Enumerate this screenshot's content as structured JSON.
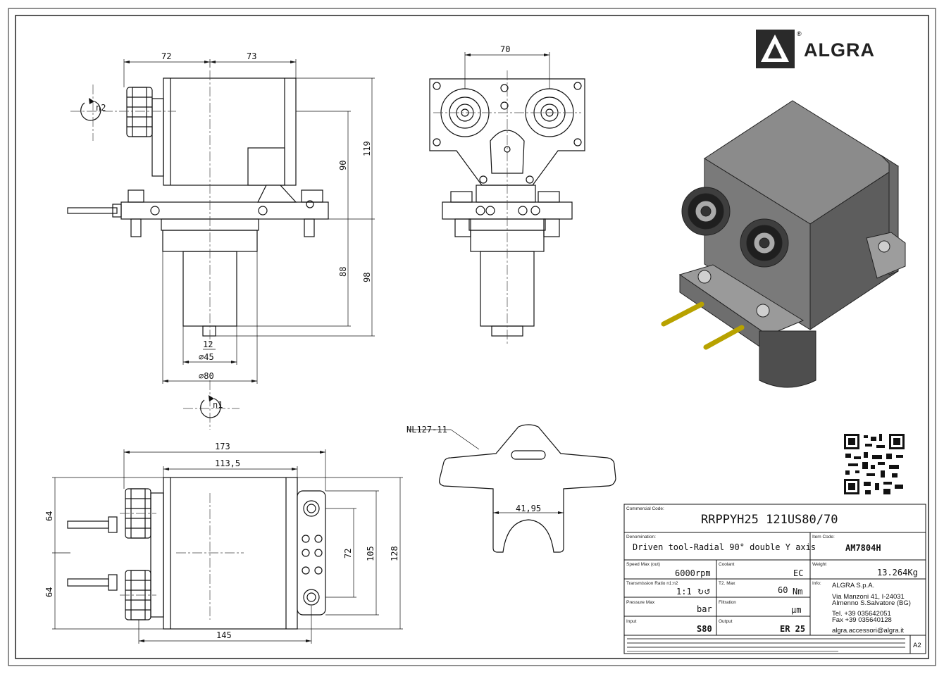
{
  "brand": {
    "name": "ALGRA",
    "registered": "®"
  },
  "side_view": {
    "dims": {
      "top_left": "72",
      "top_right": "73",
      "h_upper_inner": "90",
      "h_upper_outer": "119",
      "h_lower_inner": "88",
      "h_lower_outer": "98",
      "shaft_small": "12",
      "dia_45": "∅45",
      "dia_80": "∅80"
    },
    "rotation_top": "n2",
    "rotation_bottom": "n1"
  },
  "front_view": {
    "dims": {
      "top": "70"
    }
  },
  "bottom_view": {
    "dims": {
      "overall": "173",
      "body": "113,5",
      "base": "145",
      "h_top": "64",
      "h_bottom": "64",
      "h_72": "72",
      "h_105": "105",
      "h_128": "128"
    }
  },
  "key_view": {
    "callout": "NL127-11",
    "width": "41,95"
  },
  "title_block": {
    "commercial_code_label": "Commercial Code:",
    "commercial_code": "RRPPYH25 121US80/70",
    "denomination_label": "Denomination:",
    "denomination": "Driven tool-Radial 90° double Y axis",
    "item_code_label": "Item Code:",
    "item_code": "AM7804H",
    "speed_label": "Speed Max (out)",
    "speed": "6000rpm",
    "coolant_label": "Coolant",
    "coolant": "EC",
    "weight_label": "Weight",
    "weight": "13.264Kg",
    "ratio_label": "Transmission Ratio n1:n2",
    "ratio": "1:1",
    "torque_label": "T2. Max",
    "torque_value": "60",
    "torque_unit": "Nm",
    "info_label": "Info:",
    "info_company": "ALGRA S.p.A.",
    "info_address1": "Via Manzoni 41, I-24031",
    "info_address2": "Almenno S.Salvatore (BG)",
    "info_tel": "Tel. +39 035642051",
    "info_fax": "Fax +39 035640128",
    "info_email": "algra.accessori@algra.it",
    "pressure_label": "Pressure Max",
    "pressure_unit": "bar",
    "filtration_label": "Filtration",
    "filtration_unit": "μm",
    "input_label": "Input",
    "input": "S80",
    "output_label": "Output",
    "output": "ER 25",
    "sheet_size": "A2"
  }
}
